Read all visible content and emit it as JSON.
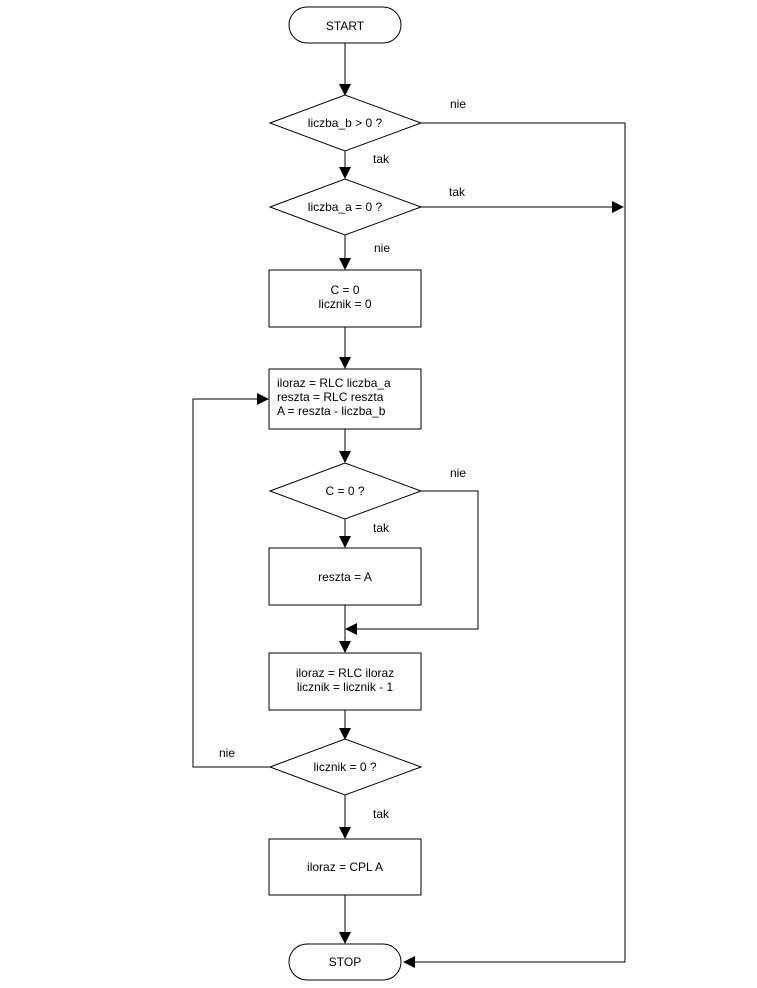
{
  "nodes": {
    "start": "START",
    "cond_b": "liczba_b > 0 ?",
    "cond_a": "liczba_a = 0 ?",
    "init": [
      "C = 0",
      "licznik = 0"
    ],
    "loop_body": [
      "iloraz = RLC liczba_a",
      "reszta = RLC reszta",
      "A = reszta - liczba_b"
    ],
    "cond_c": "C = 0 ?",
    "assign_reszta": "reszta = A",
    "update": [
      "iloraz = RLC iloraz",
      "licznik = licznik - 1"
    ],
    "cond_licznik": "licznik = 0 ?",
    "final": "iloraz = CPL A",
    "stop": "STOP"
  },
  "labels": {
    "b_no": "nie",
    "b_yes": "tak",
    "a_yes": "tak",
    "a_no": "nie",
    "c_no": "nie",
    "c_yes": "tak",
    "licznik_no": "nie",
    "licznik_yes": "tak"
  }
}
